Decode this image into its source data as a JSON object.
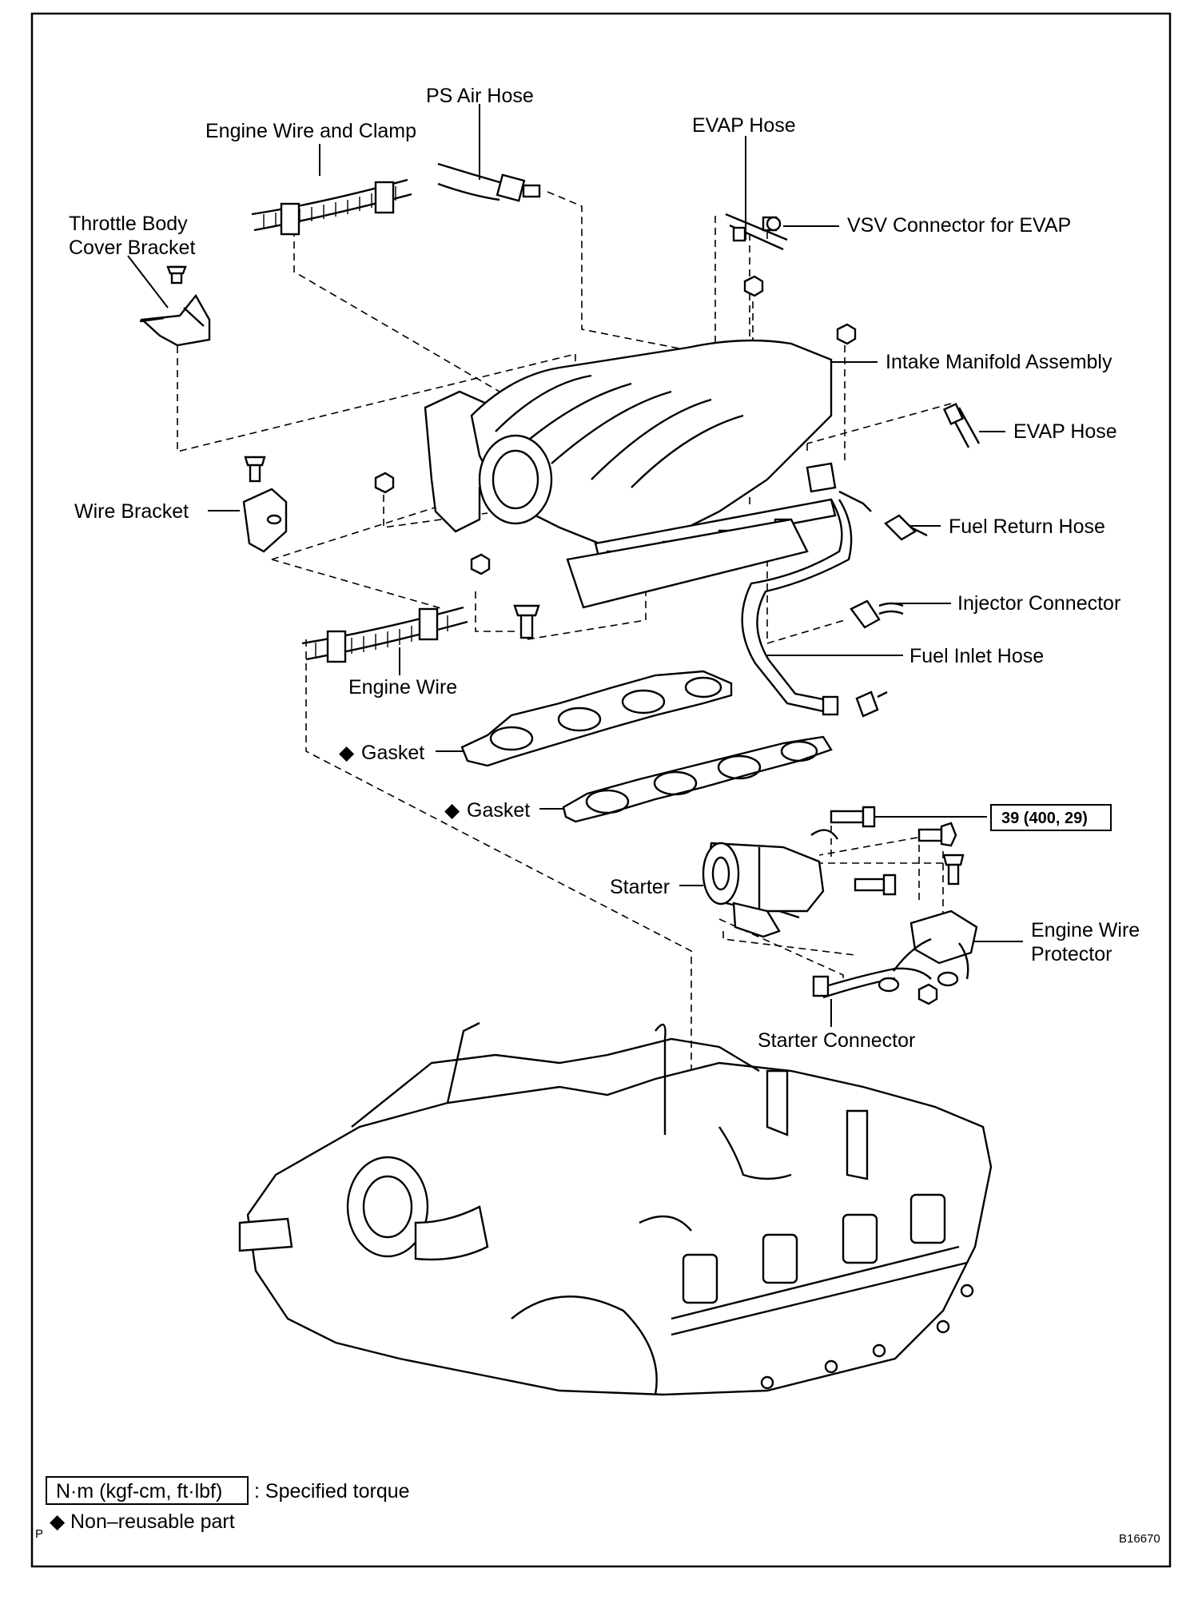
{
  "labels": {
    "ps_air_hose": "PS Air Hose",
    "engine_wire_and_clamp": "Engine Wire and Clamp",
    "evap_hose_top": "EVAP Hose",
    "throttle_body_cover_bracket_1": "Throttle Body",
    "throttle_body_cover_bracket_2": "Cover Bracket",
    "vsv_connector": "VSV Connector for EVAP",
    "intake_manifold_assembly": "Intake Manifold Assembly",
    "evap_hose_right": "EVAP Hose",
    "wire_bracket": "Wire Bracket",
    "fuel_return_hose": "Fuel Return Hose",
    "injector_connector": "Injector Connector",
    "fuel_inlet_hose": "Fuel Inlet Hose",
    "engine_wire": "Engine Wire",
    "gasket_1": "Gasket",
    "gasket_2": "Gasket",
    "starter": "Starter",
    "engine_wire_protector_1": "Engine Wire",
    "engine_wire_protector_2": "Protector",
    "starter_connector": "Starter Connector"
  },
  "torque": {
    "starter_bolt": "39 (400, 29)"
  },
  "legend": {
    "torque_unit": "N·m (kgf-cm, ft·lbf)",
    "torque_desc": ": Specified torque",
    "nonreusable_symbol": "◆",
    "nonreusable_desc": "Non–reusable part"
  },
  "footer": {
    "corner_mark": "P",
    "figure_code": "B16670"
  }
}
